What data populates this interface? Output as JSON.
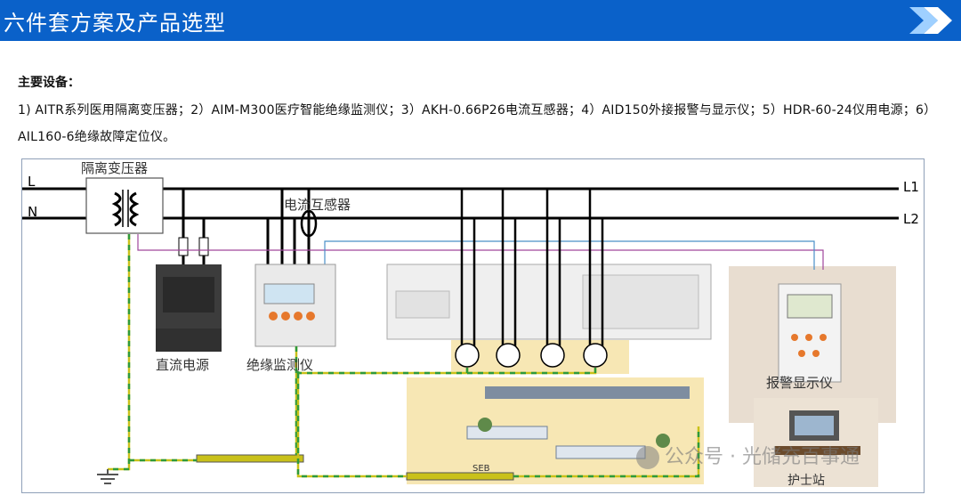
{
  "header": {
    "title": "六件套方案及产品选型"
  },
  "main": {
    "section_label": "主要设备：",
    "equipment_text": "1) AITR系列医用隔离变压器；2）AIM-M300医疗智能绝缘监测仪；3）AKH-0.66P26电流互感器；4）AID150外接报警与显示仪；5）HDR-60-24仪用电源；6）AIL160-6绝缘故障定位仪。"
  },
  "diagram": {
    "line_L": "L",
    "line_N": "N",
    "line_L1": "L1",
    "line_L2": "L2",
    "transformer_label": "隔离变压器",
    "ct_label": "电流互感器",
    "power_label": "直流电源",
    "monitor_label": "绝缘监测仪",
    "alarm_label": "报警显示仪",
    "nurse_label": "护士站",
    "seb_label": "SEB",
    "watermark": "公众号 · 光储充百事通",
    "colors": {
      "title_bar": "#0a61c9",
      "ground_wire": "#c9c11a",
      "pe_dash": "#2e9a3a",
      "bed_area": "#f7e7b4",
      "alarm_panel_bg": "#e8ddd0",
      "signal_wire": "#a0479c",
      "comm_wire": "#4a90c8"
    }
  }
}
